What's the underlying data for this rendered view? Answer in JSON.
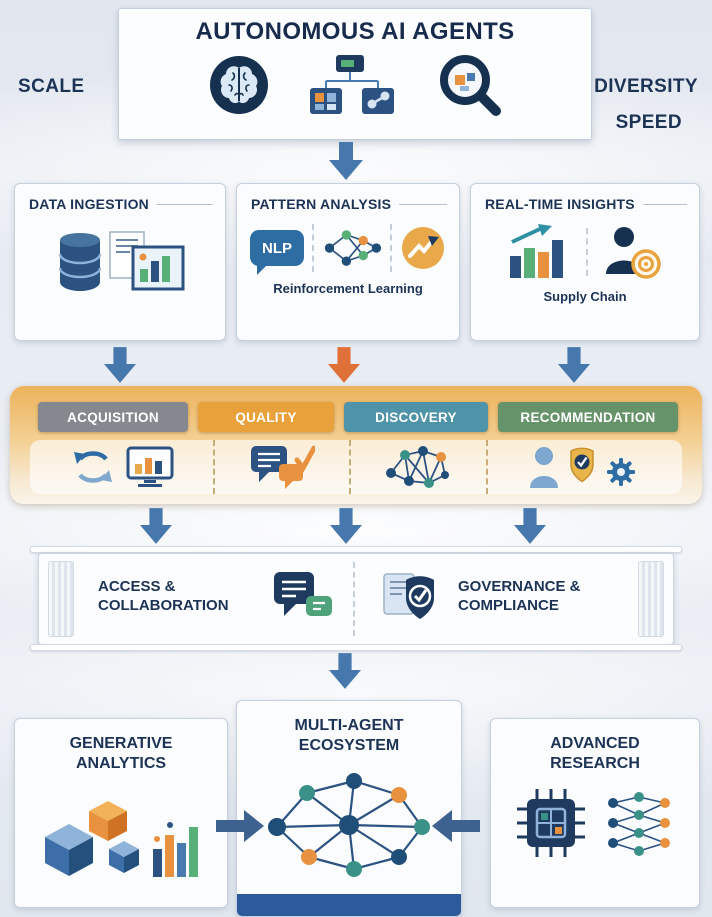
{
  "header": {
    "title": "AUTONOMOUS AI AGENTS",
    "label_scale": "SCALE",
    "label_diversity": "DIVERSITY",
    "label_speed": "SPEED"
  },
  "stage_capabilities": {
    "panels": [
      {
        "title": "DATA INGESTION"
      },
      {
        "title": "PATTERN ANALYSIS",
        "badge": "NLP",
        "subtitle": "Reinforcement Learning"
      },
      {
        "title": "REAL-TIME INSIGHTS",
        "subtitle": "Supply Chain"
      }
    ]
  },
  "stage_pipeline": {
    "tabs": [
      {
        "label": "ACQUISITION",
        "color": "#85898f"
      },
      {
        "label": "QUALITY",
        "color": "#e9a23b"
      },
      {
        "label": "DISCOVERY",
        "color": "#4f93a8"
      },
      {
        "label": "RECOMMENDATION",
        "color": "#67936b"
      }
    ]
  },
  "stage_governance": {
    "items": [
      {
        "label": "ACCESS & COLLABORATION"
      },
      {
        "label": "GOVERNANCE & COMPLIANCE"
      }
    ]
  },
  "stage_outcomes": {
    "panels": [
      {
        "title": "GENERATIVE ANALYTICS"
      },
      {
        "title": "MULTI-AGENT ECOSYSTEM"
      },
      {
        "title": "ADVANCED RESEARCH"
      }
    ]
  },
  "colors": {
    "heading_navy": "#1d3356",
    "arrow_blue": "#4677ad",
    "arrow_orange": "#df7038",
    "arrow_navy": "#3d628f",
    "band_gold": "#edb35c",
    "footer_bar_blue": "#2c5a9a"
  },
  "icons": {
    "header": [
      "brain-icon",
      "workflow-nodes-icon",
      "magnifier-analysis-icon"
    ],
    "capabilities": [
      "database-icon",
      "documents-chart-icon",
      "nlp-bubble-icon",
      "neural-network-icon",
      "trend-circle-icon",
      "bar-chart-arrow-icon",
      "person-target-icon"
    ],
    "pipeline": [
      "sync-arrows-icon",
      "analytics-monitor-icon",
      "chat-check-icon",
      "graph-network-icon",
      "person-icon",
      "shield-check-icon",
      "gear-icon"
    ],
    "governance": [
      "chat-bubbles-icon",
      "shield-document-icon"
    ],
    "outcomes": [
      "cubes-chart-icon",
      "agent-network-icon",
      "cpu-chip-icon",
      "layered-network-icon"
    ]
  }
}
